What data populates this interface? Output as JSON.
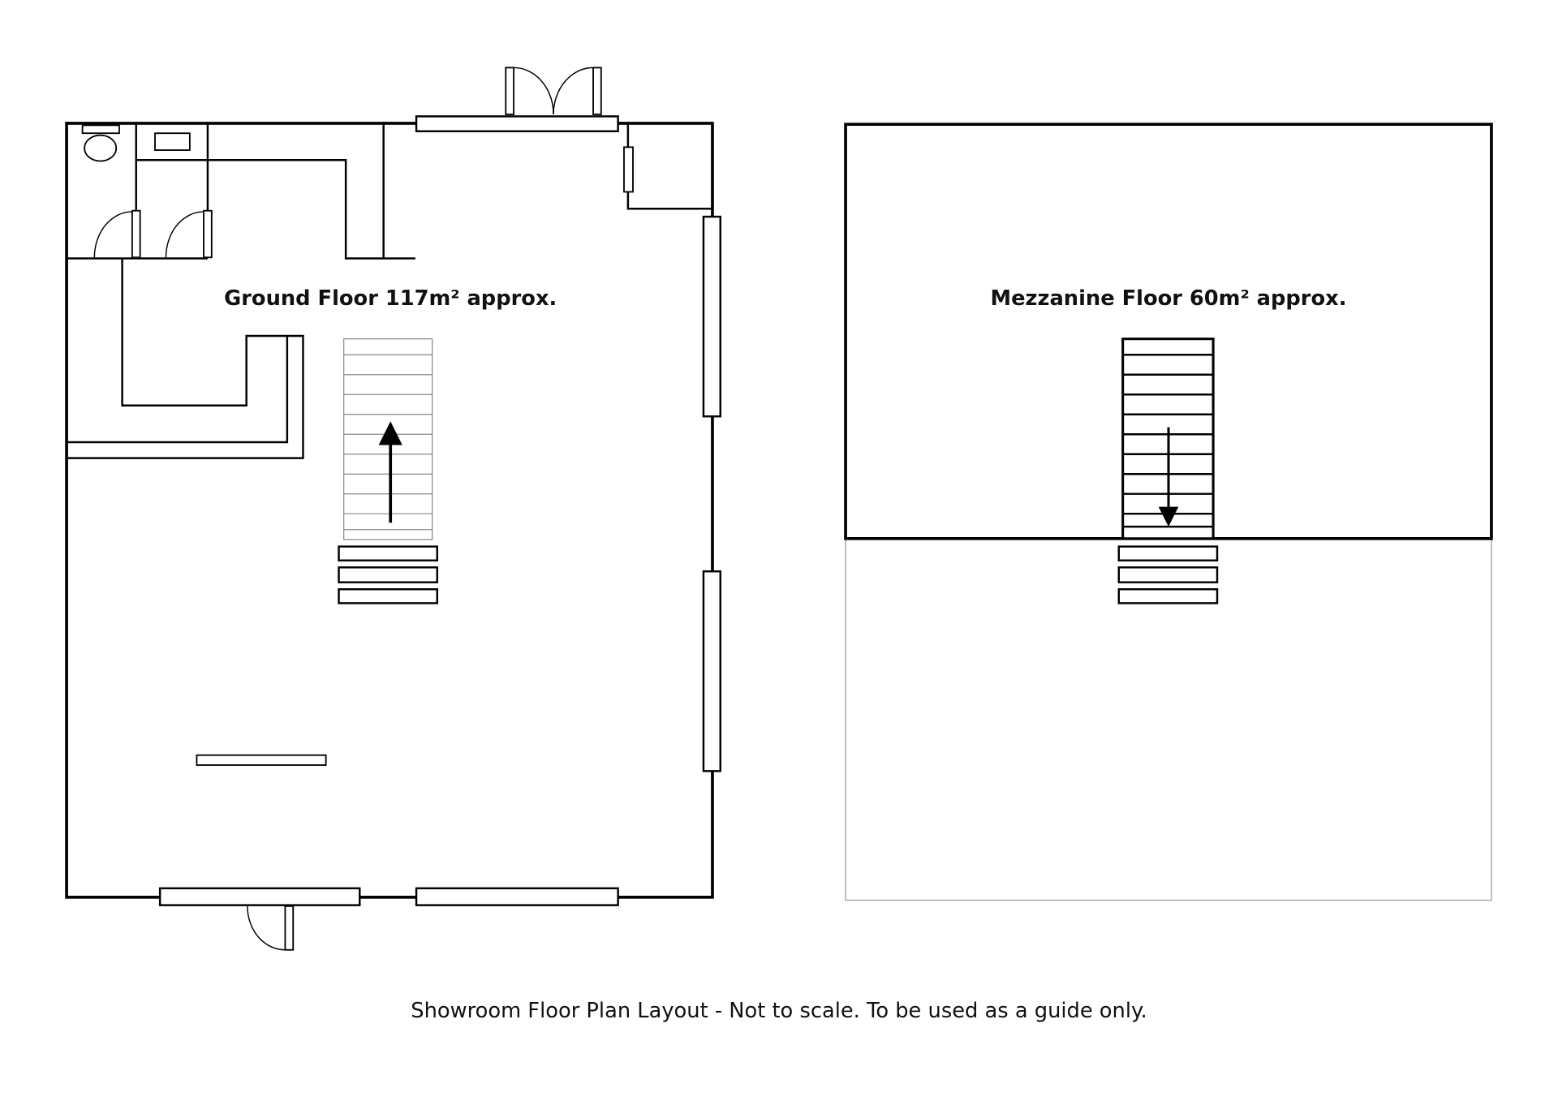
{
  "ground_floor": {
    "label": "Ground Floor 117m² approx."
  },
  "mezzanine_floor": {
    "label": "Mezzanine Floor 60m² approx."
  },
  "footer": {
    "caption": "Showroom Floor Plan Layout - Not to scale. To be used as a guide only."
  }
}
